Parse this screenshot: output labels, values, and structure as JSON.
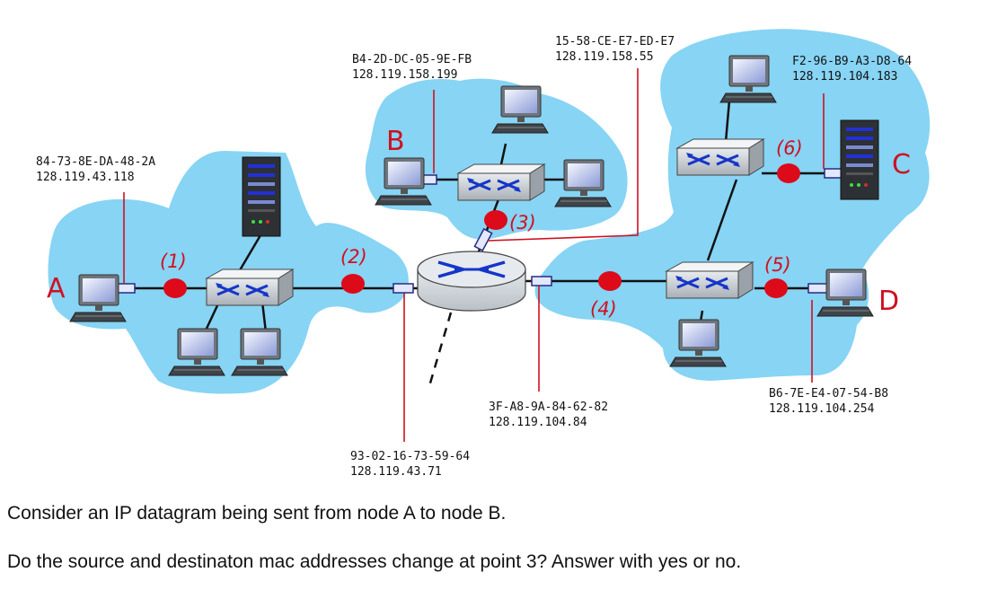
{
  "nodes": {
    "A": {
      "letter": "A",
      "mac": "84-73-8E-DA-48-2A",
      "ip": "128.119.43.118"
    },
    "B": {
      "letter": "B",
      "mac": "B4-2D-DC-05-9E-FB",
      "ip": "128.119.158.199"
    },
    "C": {
      "letter": "C",
      "mac": "F2-96-B9-A3-D8-64",
      "ip": "128.119.104.183"
    },
    "D": {
      "letter": "D",
      "mac": "B6-7E-E4-07-54-B8",
      "ip": "128.119.104.254"
    }
  },
  "router_interfaces": {
    "top": {
      "mac": "15-58-CE-E7-ED-E7",
      "ip": "128.119.158.55"
    },
    "left": {
      "mac": "93-02-16-73-59-64",
      "ip": "128.119.43.71"
    },
    "right": {
      "mac": "3F-A8-9A-84-62-82",
      "ip": "128.119.104.84"
    }
  },
  "points": [
    "(1)",
    "(2)",
    "(3)",
    "(4)",
    "(5)",
    "(6)"
  ],
  "question": {
    "line1": "Consider an IP datagram being sent from node A to node B.",
    "line2": "Do the source and destinaton mac addresses change at point 3? Answer with yes or no."
  },
  "colors": {
    "subnet": "#87d4f4",
    "marker": "#dd0a1a",
    "label": "#d01020",
    "device": "#c9ced4"
  }
}
